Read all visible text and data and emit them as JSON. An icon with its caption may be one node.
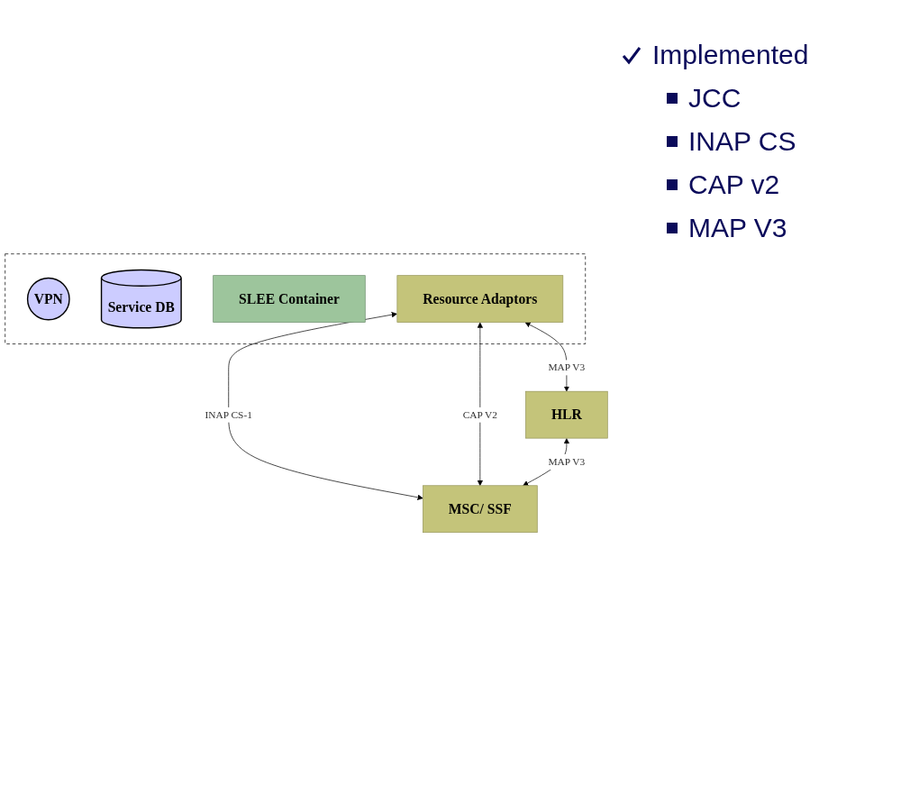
{
  "diagram": {
    "nodes": [
      {
        "text": [],
        "shape": "box"
      },
      {
        "text": [
          "VPN"
        ],
        "in": 0
      },
      {
        "text": [
          "Service DB"
        ],
        "in": 0
      },
      {
        "text": [
          "SLEE Container"
        ],
        "in": 0
      },
      {
        "text": [
          "Resource Adaptors"
        ],
        "in": 0
      },
      {
        "text": [
          "HLR"
        ]
      },
      {
        "text": [
          "MSC/ SSF"
        ]
      }
    ],
    "edges": [
      {
        "from": 4,
        "to": 6,
        "label": "INAP CS-1",
        "arrow": "both"
      },
      {
        "from": 4,
        "to": 6,
        "label": "CAP V2",
        "arrow": "both"
      },
      {
        "from": 4,
        "to": 5,
        "label": "MAP V3",
        "arrow": "both"
      },
      {
        "from": 5,
        "to": 6,
        "label": "MAP V3",
        "arrow": "both"
      }
    ],
    "labels": [
      "Implemented",
      "JCC",
      "INAP CS",
      "CAP v2",
      "MAP V3"
    ]
  }
}
